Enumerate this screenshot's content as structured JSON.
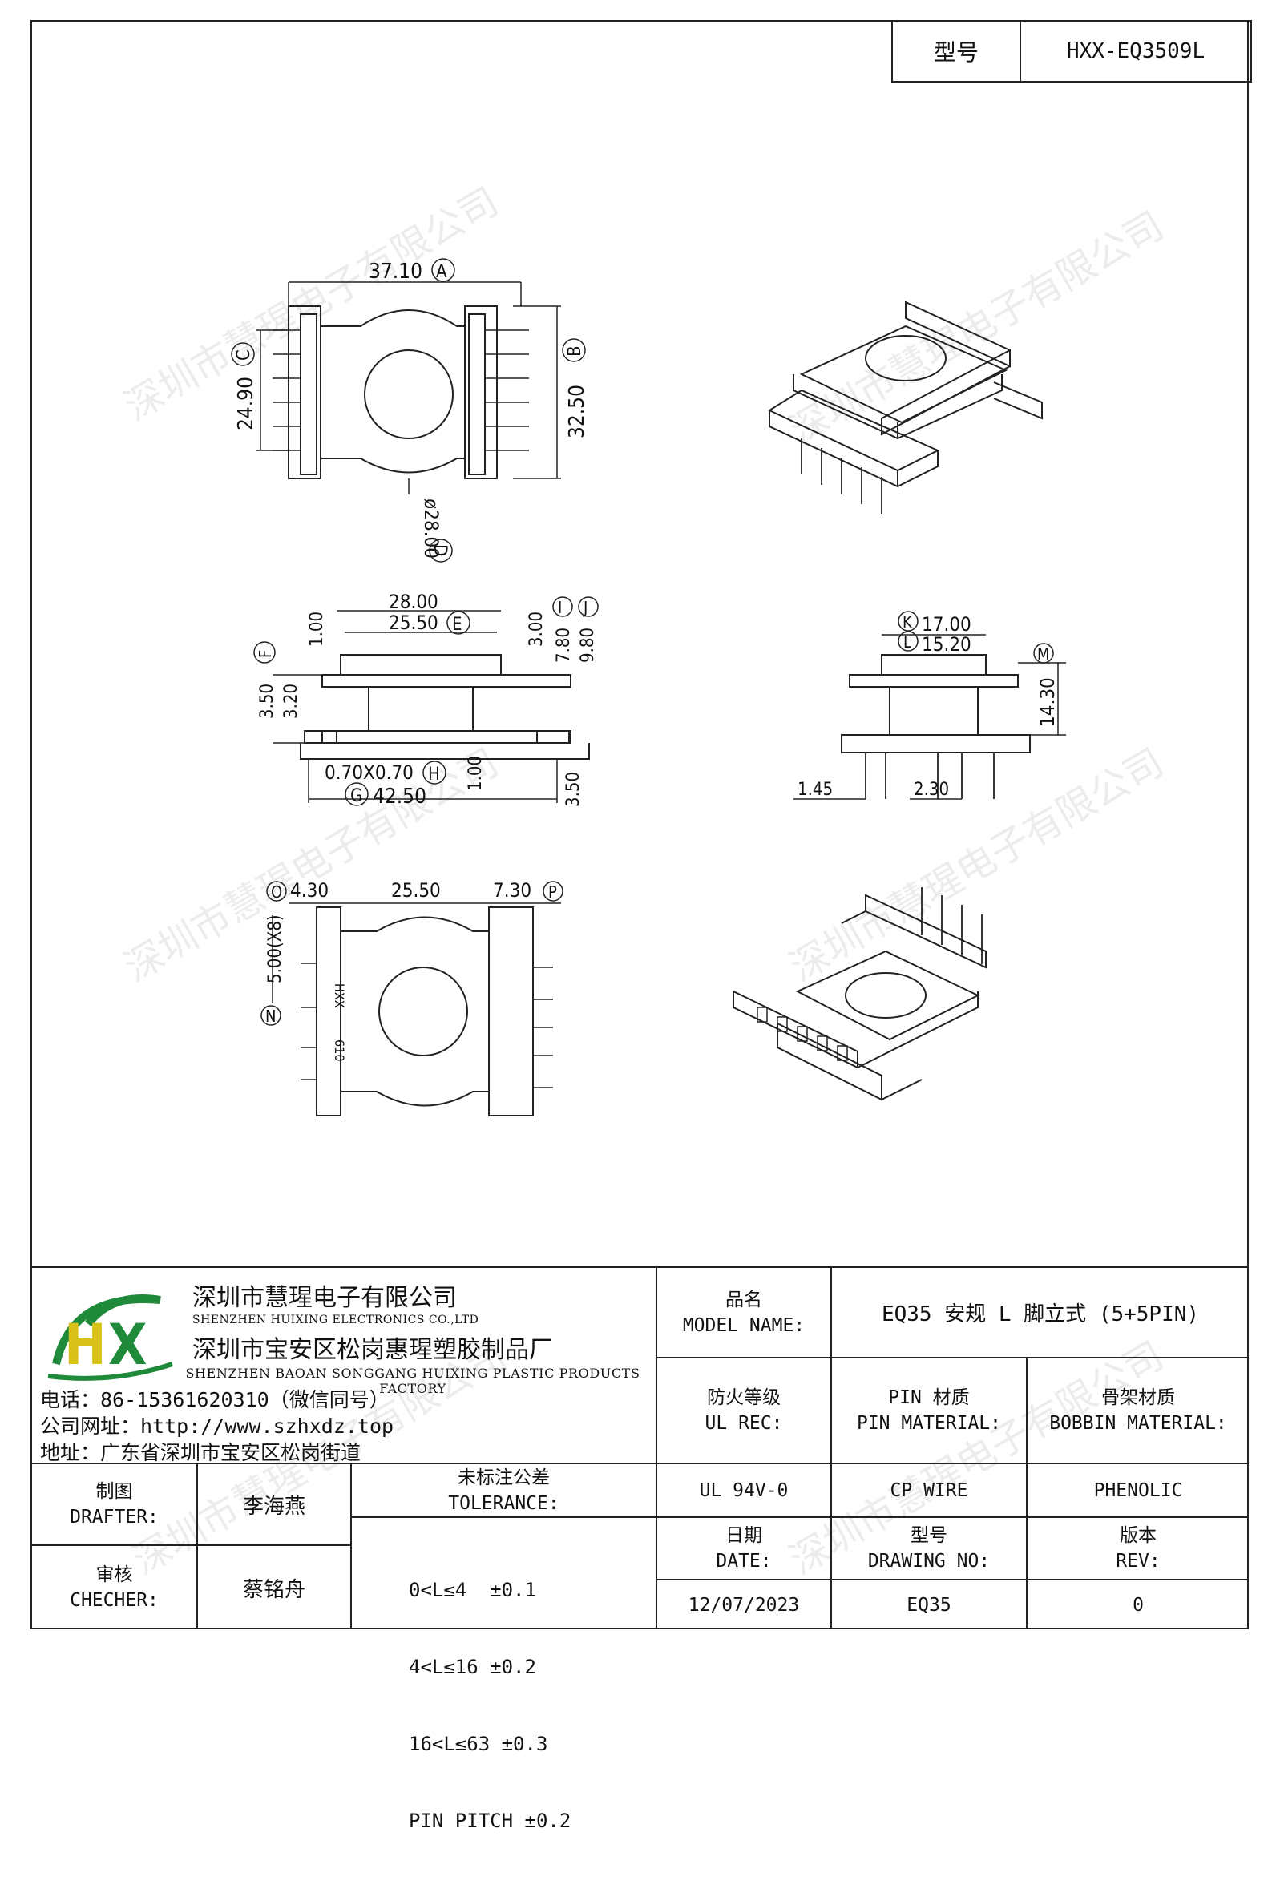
{
  "header": {
    "model_label": "型号",
    "model_value": "HXX-EQ3509L"
  },
  "watermark": "深圳市慧瑆电子有限公司",
  "drawings": {
    "top_view": {
      "dim_a": "37.10",
      "tag_a": "A",
      "dim_b": "32.50",
      "tag_b": "B",
      "dim_c": "24.90",
      "tag_c": "C",
      "dim_d": "ø28.00",
      "tag_d": "D"
    },
    "side_view": {
      "dim_outer": "28.00",
      "dim_inner": "25.50",
      "tag_e": "E",
      "dim_1": "1.00",
      "dim_3": "3.00",
      "dim_780": "7.80",
      "dim_980": "9.80",
      "tag_i": "I",
      "tag_j": "J",
      "dim_350": "3.50",
      "tag_f": "F",
      "dim_320": "3.20",
      "dim_pin": "0.70X0.70",
      "tag_h": "H",
      "dim_100b": "1.00",
      "dim_width": "42.50",
      "tag_g": "G",
      "dim_350b": "3.50"
    },
    "end_view": {
      "dim_k": "17.00",
      "tag_k": "K",
      "dim_l": "15.20",
      "tag_l": "L",
      "dim_m": "14.30",
      "tag_m": "M",
      "dim_145": "1.45",
      "dim_230": "2.30"
    },
    "bottom_view": {
      "dim_o": "4.30",
      "tag_o": "O",
      "dim_mid": "25.50",
      "dim_p": "7.30",
      "tag_p": "P",
      "dim_n": "5.00(X8)",
      "tag_n": "N",
      "mark_1": "HXX",
      "mark_2": "610"
    }
  },
  "company": {
    "name_cn": "深圳市慧瑆电子有限公司",
    "name_en": "SHENZHEN HUIXING ELECTRONICS CO.,LTD",
    "factory_cn": "深圳市宝安区松岗惠瑆塑胶制品厂",
    "factory_en": "SHENZHEN BAOAN SONGGANG HUIXING PLASTIC PRODUCTS FACTORY",
    "phone": "电话：86-15361620310（微信同号）",
    "website": "公司网址：http://www.szhxdz.top",
    "address": "地址：广东省深圳市宝安区松岗街道",
    "logo_text": "HX",
    "logo_colors": {
      "h": "#d8c21a",
      "x": "#1f8a3a",
      "swoosh": "#1f8a3a"
    }
  },
  "title_block": {
    "model_name_label_cn": "品名",
    "model_name_label_en": "MODEL NAME:",
    "model_name_value": "EQ35 安规 L 脚立式 (5+5PIN)",
    "ul_label_cn": "防火等级",
    "ul_label_en": "UL REC:",
    "pin_material_label_cn": "PIN 材质",
    "pin_material_label_en": "PIN MATERIAL:",
    "bobbin_label_cn": "骨架材质",
    "bobbin_label_en": "BOBBIN MATERIAL:",
    "ul_value": "UL 94V-0",
    "pin_value": "CP WIRE",
    "bobbin_value": "PHENOLIC",
    "drafter_label_cn": "制图",
    "drafter_label_en": "DRAFTER:",
    "drafter_value": "李海燕",
    "checker_label_cn": "审核",
    "checker_label_en": "CHECHER:",
    "checker_value": "蔡铭舟",
    "tolerance_label_cn": "未标注公差",
    "tolerance_label_en": "TOLERANCE:",
    "tolerance_lines": [
      "0<L≤4  ±0.1",
      "4<L≤16 ±0.2",
      "16<L≤63 ±0.3",
      "PIN PITCH ±0.2"
    ],
    "date_label_cn": "日期",
    "date_label_en": "DATE:",
    "date_value": "12/07/2023",
    "drawing_no_label_cn": "型号",
    "drawing_no_label_en": "DRAWING NO:",
    "drawing_no_value": "EQ35",
    "rev_label_cn": "版本",
    "rev_label_en": "REV:",
    "rev_value": "0"
  }
}
